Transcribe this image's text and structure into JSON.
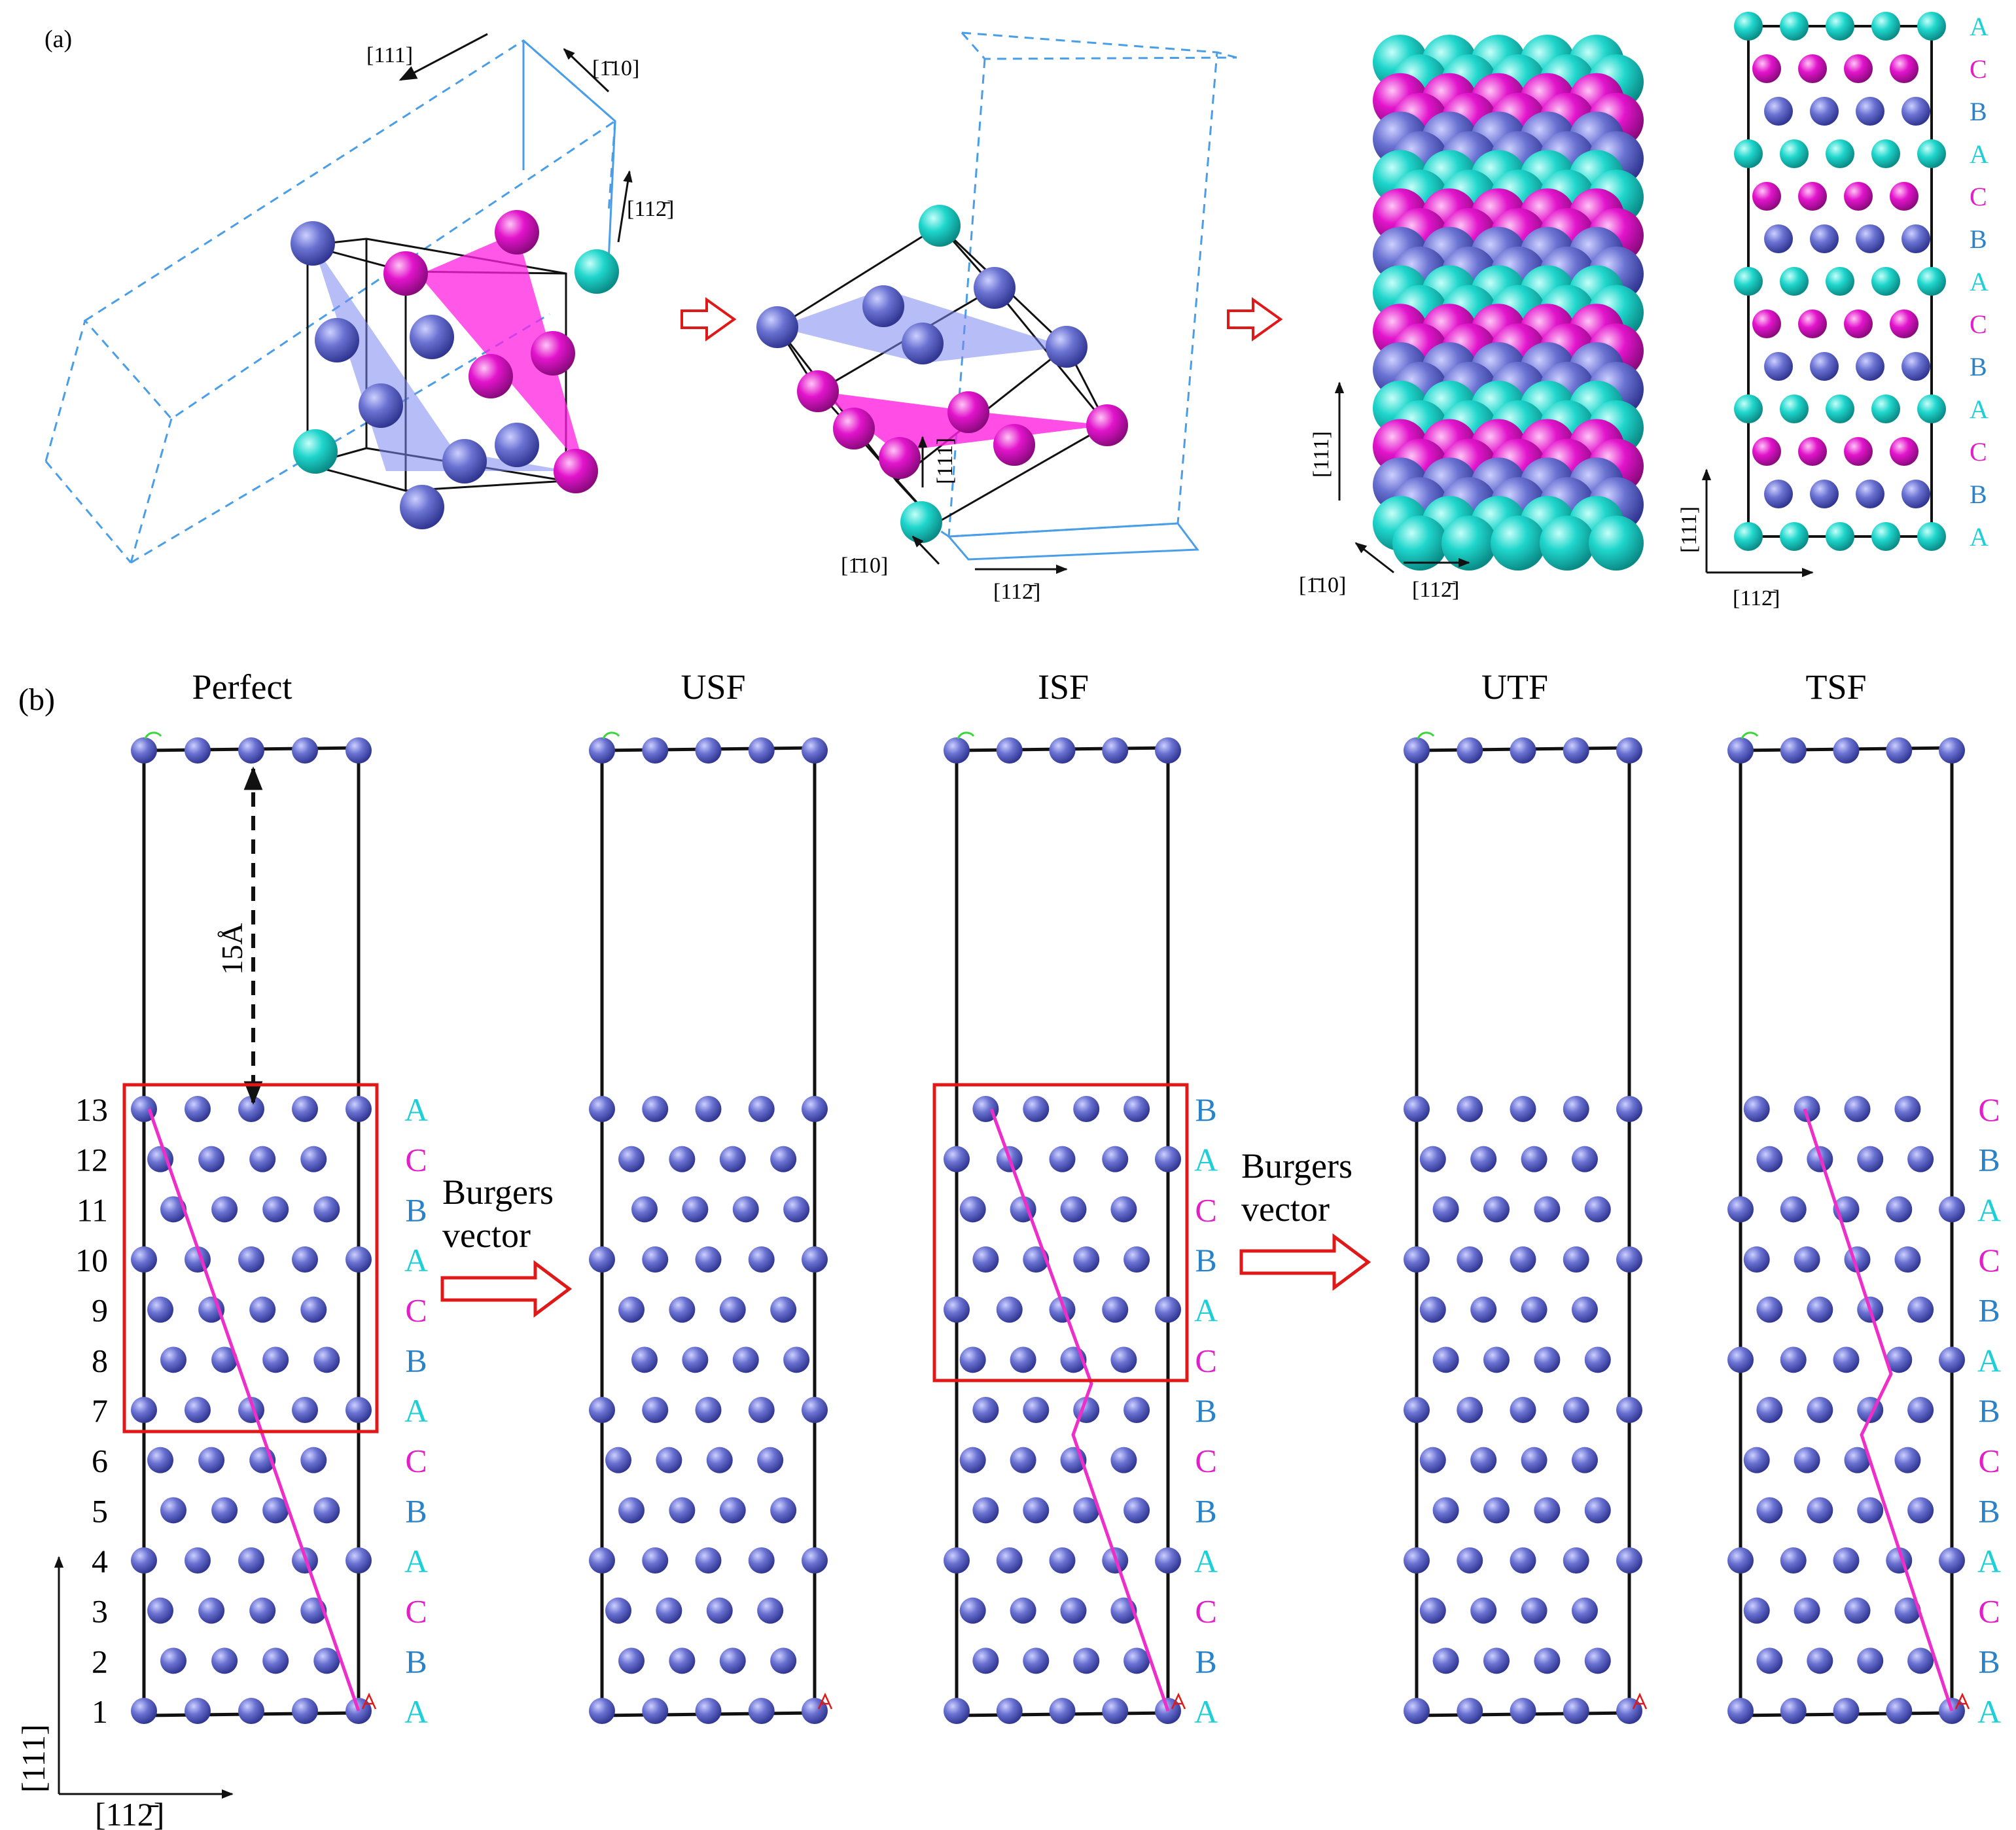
{
  "colors": {
    "atom_blue": "#6068c8",
    "atom_cyan": "#1dd4cc",
    "atom_magenta": "#e010c8",
    "line_magenta": "#ee2ec8",
    "box_red": "#e01818",
    "dashed_blue": "#4a9ee8",
    "layer_A": "#1ecfd8",
    "layer_B": "#2a82c8",
    "layer_C": "#e21ec8"
  },
  "panel_a": {
    "label": "(a)",
    "dir_111": "[111]",
    "dir_m110": "[1̄10]",
    "dir_112m": "[112̄]",
    "stack_labels": [
      "A",
      "C",
      "B",
      "A",
      "C",
      "B",
      "A",
      "C",
      "B",
      "A",
      "C",
      "B",
      "A"
    ]
  },
  "panel_b": {
    "label": "(b)",
    "cells": [
      {
        "title": "Perfect",
        "layers": [
          "A",
          "C",
          "B",
          "A",
          "C",
          "B",
          "A",
          "C",
          "B",
          "A",
          "C",
          "B",
          "A"
        ]
      },
      {
        "title": "USF",
        "layers": []
      },
      {
        "title": "ISF",
        "layers": [
          "B",
          "A",
          "C",
          "B",
          "A",
          "C",
          "B",
          "C",
          "B",
          "A",
          "C",
          "B",
          "A"
        ]
      },
      {
        "title": "UTF",
        "layers": []
      },
      {
        "title": "TSF",
        "layers": [
          "C",
          "B",
          "A",
          "C",
          "B",
          "A",
          "B",
          "C",
          "B",
          "A",
          "C",
          "B",
          "A"
        ]
      }
    ],
    "layer_numbers": [
      "13",
      "12",
      "11",
      "10",
      "9",
      "8",
      "7",
      "6",
      "5",
      "4",
      "3",
      "2",
      "1"
    ],
    "vacuum_label": "15Å",
    "arrow1": {
      "line1": "Burgers",
      "line2": "vector"
    },
    "arrow2": {
      "line1": "Burgers",
      "line2": "vector"
    },
    "axis_vertical": "[111]",
    "axis_horizontal": "[112̄]"
  }
}
